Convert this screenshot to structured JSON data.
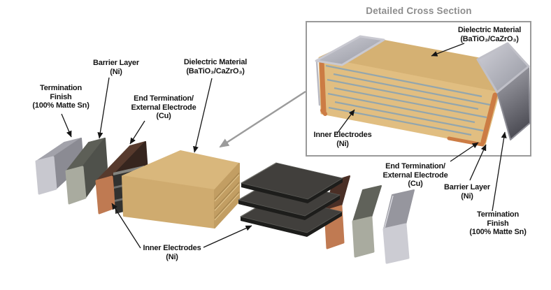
{
  "detail_panel": {
    "title": "Detailed Cross Section",
    "labels": {
      "dielectric": {
        "lines": [
          "Dielectric Material",
          "(BaTiO₃/CaZrO₃)"
        ]
      },
      "inner_electrodes": {
        "lines": [
          "Inner Electrodes",
          "(Ni)"
        ]
      },
      "end_termination": {
        "lines": [
          "End Termination/",
          "External Electrode",
          "(Cu)"
        ]
      },
      "barrier_layer": {
        "lines": [
          "Barrier Layer",
          "(Ni)"
        ]
      },
      "termination_finish": {
        "lines": [
          "Termination",
          "Finish",
          "(100% Matte Sn)"
        ]
      }
    }
  },
  "exploded_view": {
    "labels": {
      "termination_finish": {
        "lines": [
          "Termination",
          "Finish",
          "(100% Matte Sn)"
        ]
      },
      "barrier_layer": {
        "lines": [
          "Barrier Layer",
          "(Ni)"
        ]
      },
      "end_termination": {
        "lines": [
          "End Termination/",
          "External Electrode",
          "(Cu)"
        ]
      },
      "dielectric": {
        "lines": [
          "Dielectric Material",
          "(BaTiO₃/CaZrO₃)"
        ]
      },
      "inner_electrodes": {
        "lines": [
          "Inner Electrodes",
          "(Ni)"
        ]
      }
    }
  },
  "colors": {
    "background": "#ffffff",
    "label_text": "#141414",
    "panel_title": "#8d8d8d",
    "panel_border": "#9a9a9a",
    "connector_gray": "#9b9b9b",
    "dielectric_tan": "#d9b77c",
    "copper": "#c07a52",
    "nickel_barrier": "#a9ab9f",
    "tin_silver": "#c9c9d0",
    "inner_electrode_dark": "#3c3c3a",
    "inner_electrode_line": "#93a6ad",
    "termination_cap_gray": "#b0b0b8"
  }
}
